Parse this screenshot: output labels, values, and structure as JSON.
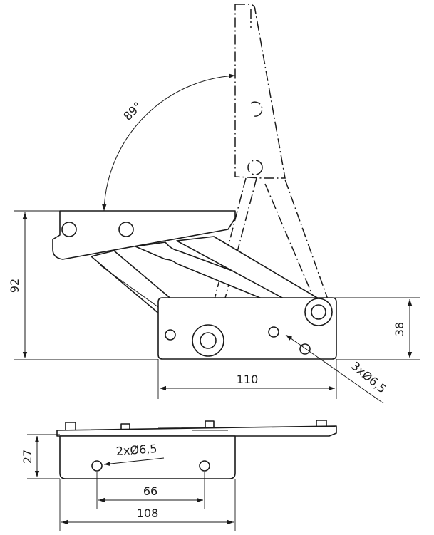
{
  "diagram": {
    "side_view": {
      "angle_label": "89°",
      "height_total_label": "92",
      "base_height_label": "38",
      "base_length_label": "110",
      "holes_callout_label": "3xØ6,5"
    },
    "top_view": {
      "height_label": "27",
      "holes_callout_label": "2xØ6,5",
      "hole_spacing_label": "66",
      "plate_length_label": "108"
    }
  }
}
